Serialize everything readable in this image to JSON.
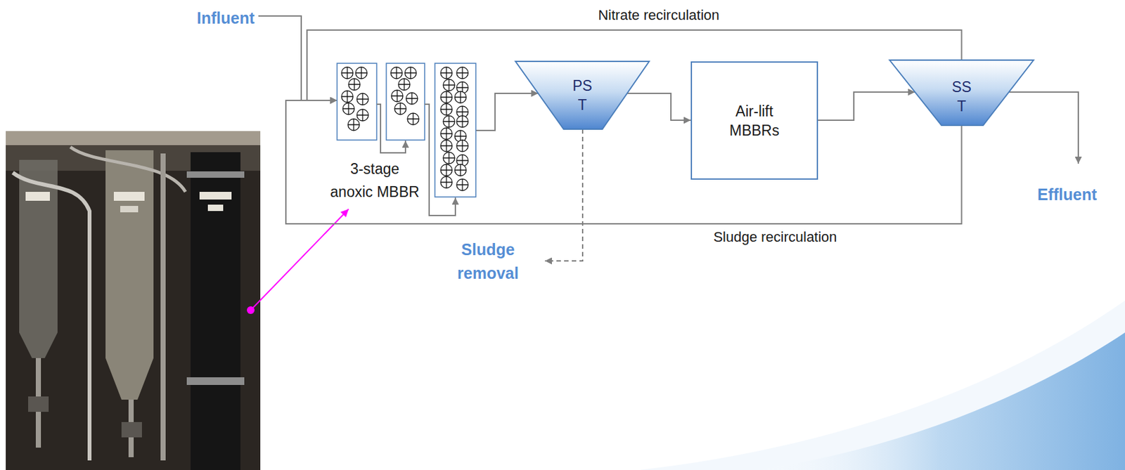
{
  "diagram": {
    "nodes": [
      {
        "text": [
          "3-stage anoxic MBBR"
        ]
      },
      {
        "text": [
          "PS T"
        ]
      },
      {
        "text": [
          "Air-lift MBBRs"
        ]
      },
      {
        "text": [
          "SS T"
        ]
      }
    ],
    "edges": [
      {
        "from": 0,
        "to": 1,
        "arrow": "to"
      },
      {
        "from": 1,
        "to": 2,
        "arrow": "to"
      },
      {
        "from": 2,
        "to": 3,
        "arrow": "to"
      },
      {
        "from": 3,
        "to": 0,
        "label": "Nitrate recirculation",
        "arrow": "to"
      },
      {
        "from": 3,
        "to": 0,
        "label": "Sludge recirculation",
        "arrow": "to"
      }
    ],
    "labels": [
      "Influent",
      "Effluent",
      "Sludge removal"
    ]
  }
}
